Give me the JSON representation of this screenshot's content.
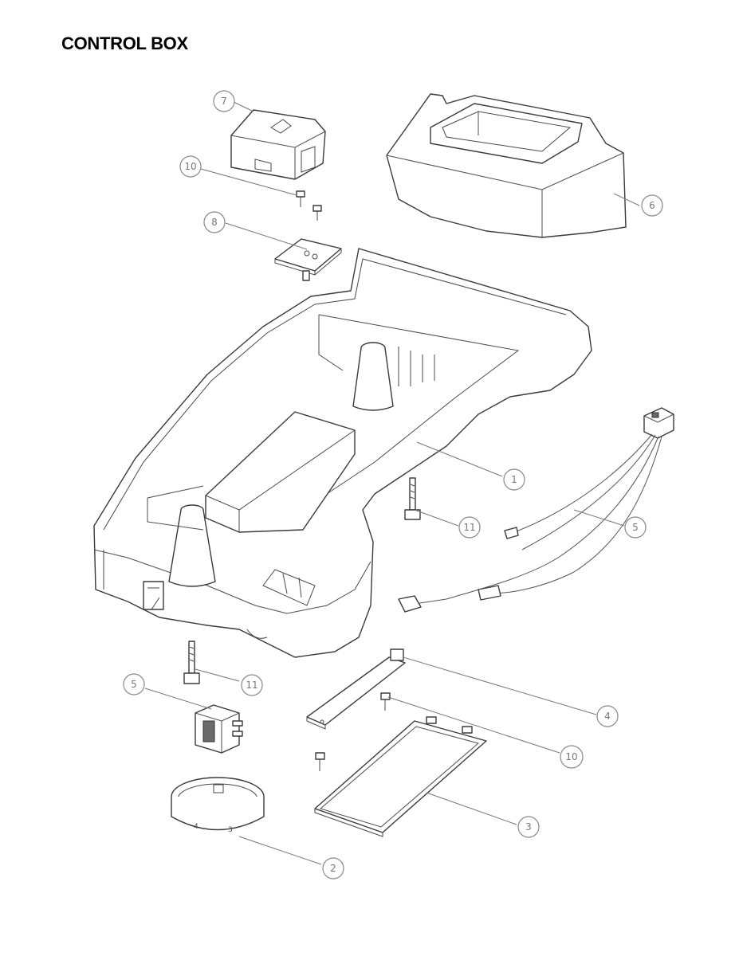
{
  "title": "CONTROL BOX",
  "callouts": [
    {
      "id": "c1",
      "label": "1"
    },
    {
      "id": "c2",
      "label": "2"
    },
    {
      "id": "c3",
      "label": "3"
    },
    {
      "id": "c4",
      "label": "4"
    },
    {
      "id": "c5a",
      "label": "5"
    },
    {
      "id": "c5b",
      "label": "5"
    },
    {
      "id": "c6",
      "label": "6"
    },
    {
      "id": "c7",
      "label": "7"
    },
    {
      "id": "c8",
      "label": "8"
    },
    {
      "id": "c10a",
      "label": "10"
    },
    {
      "id": "c10b",
      "label": "10"
    },
    {
      "id": "c11a",
      "label": "11"
    },
    {
      "id": "c11b",
      "label": "11"
    }
  ],
  "parts": {
    "terminal_digits": [
      "4",
      "3"
    ]
  }
}
